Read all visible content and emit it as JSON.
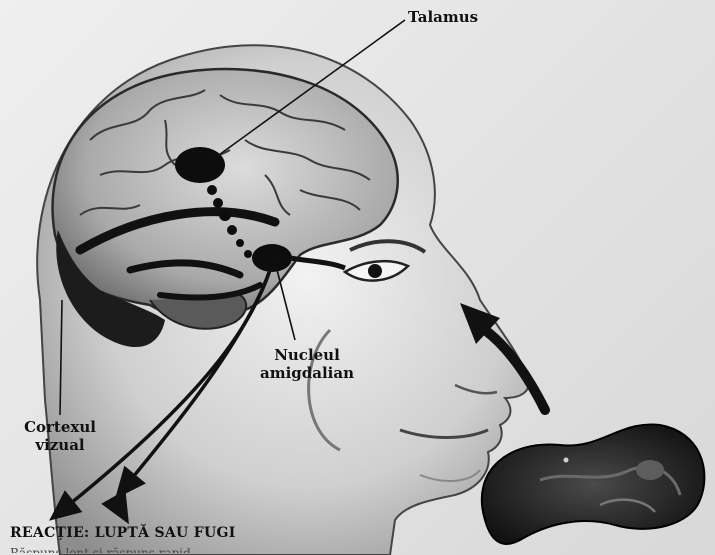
{
  "labels": {
    "talamus": "Talamus",
    "nucleul": "Nucleul",
    "amigdalian": "amigdalian",
    "cortexul": "Cortexul",
    "vizual": "vizual",
    "reactie": "REACȚIE: LUPTĂ SAU FUGI",
    "cut_line": "Răspuns lent și răspuns rapid"
  }
}
